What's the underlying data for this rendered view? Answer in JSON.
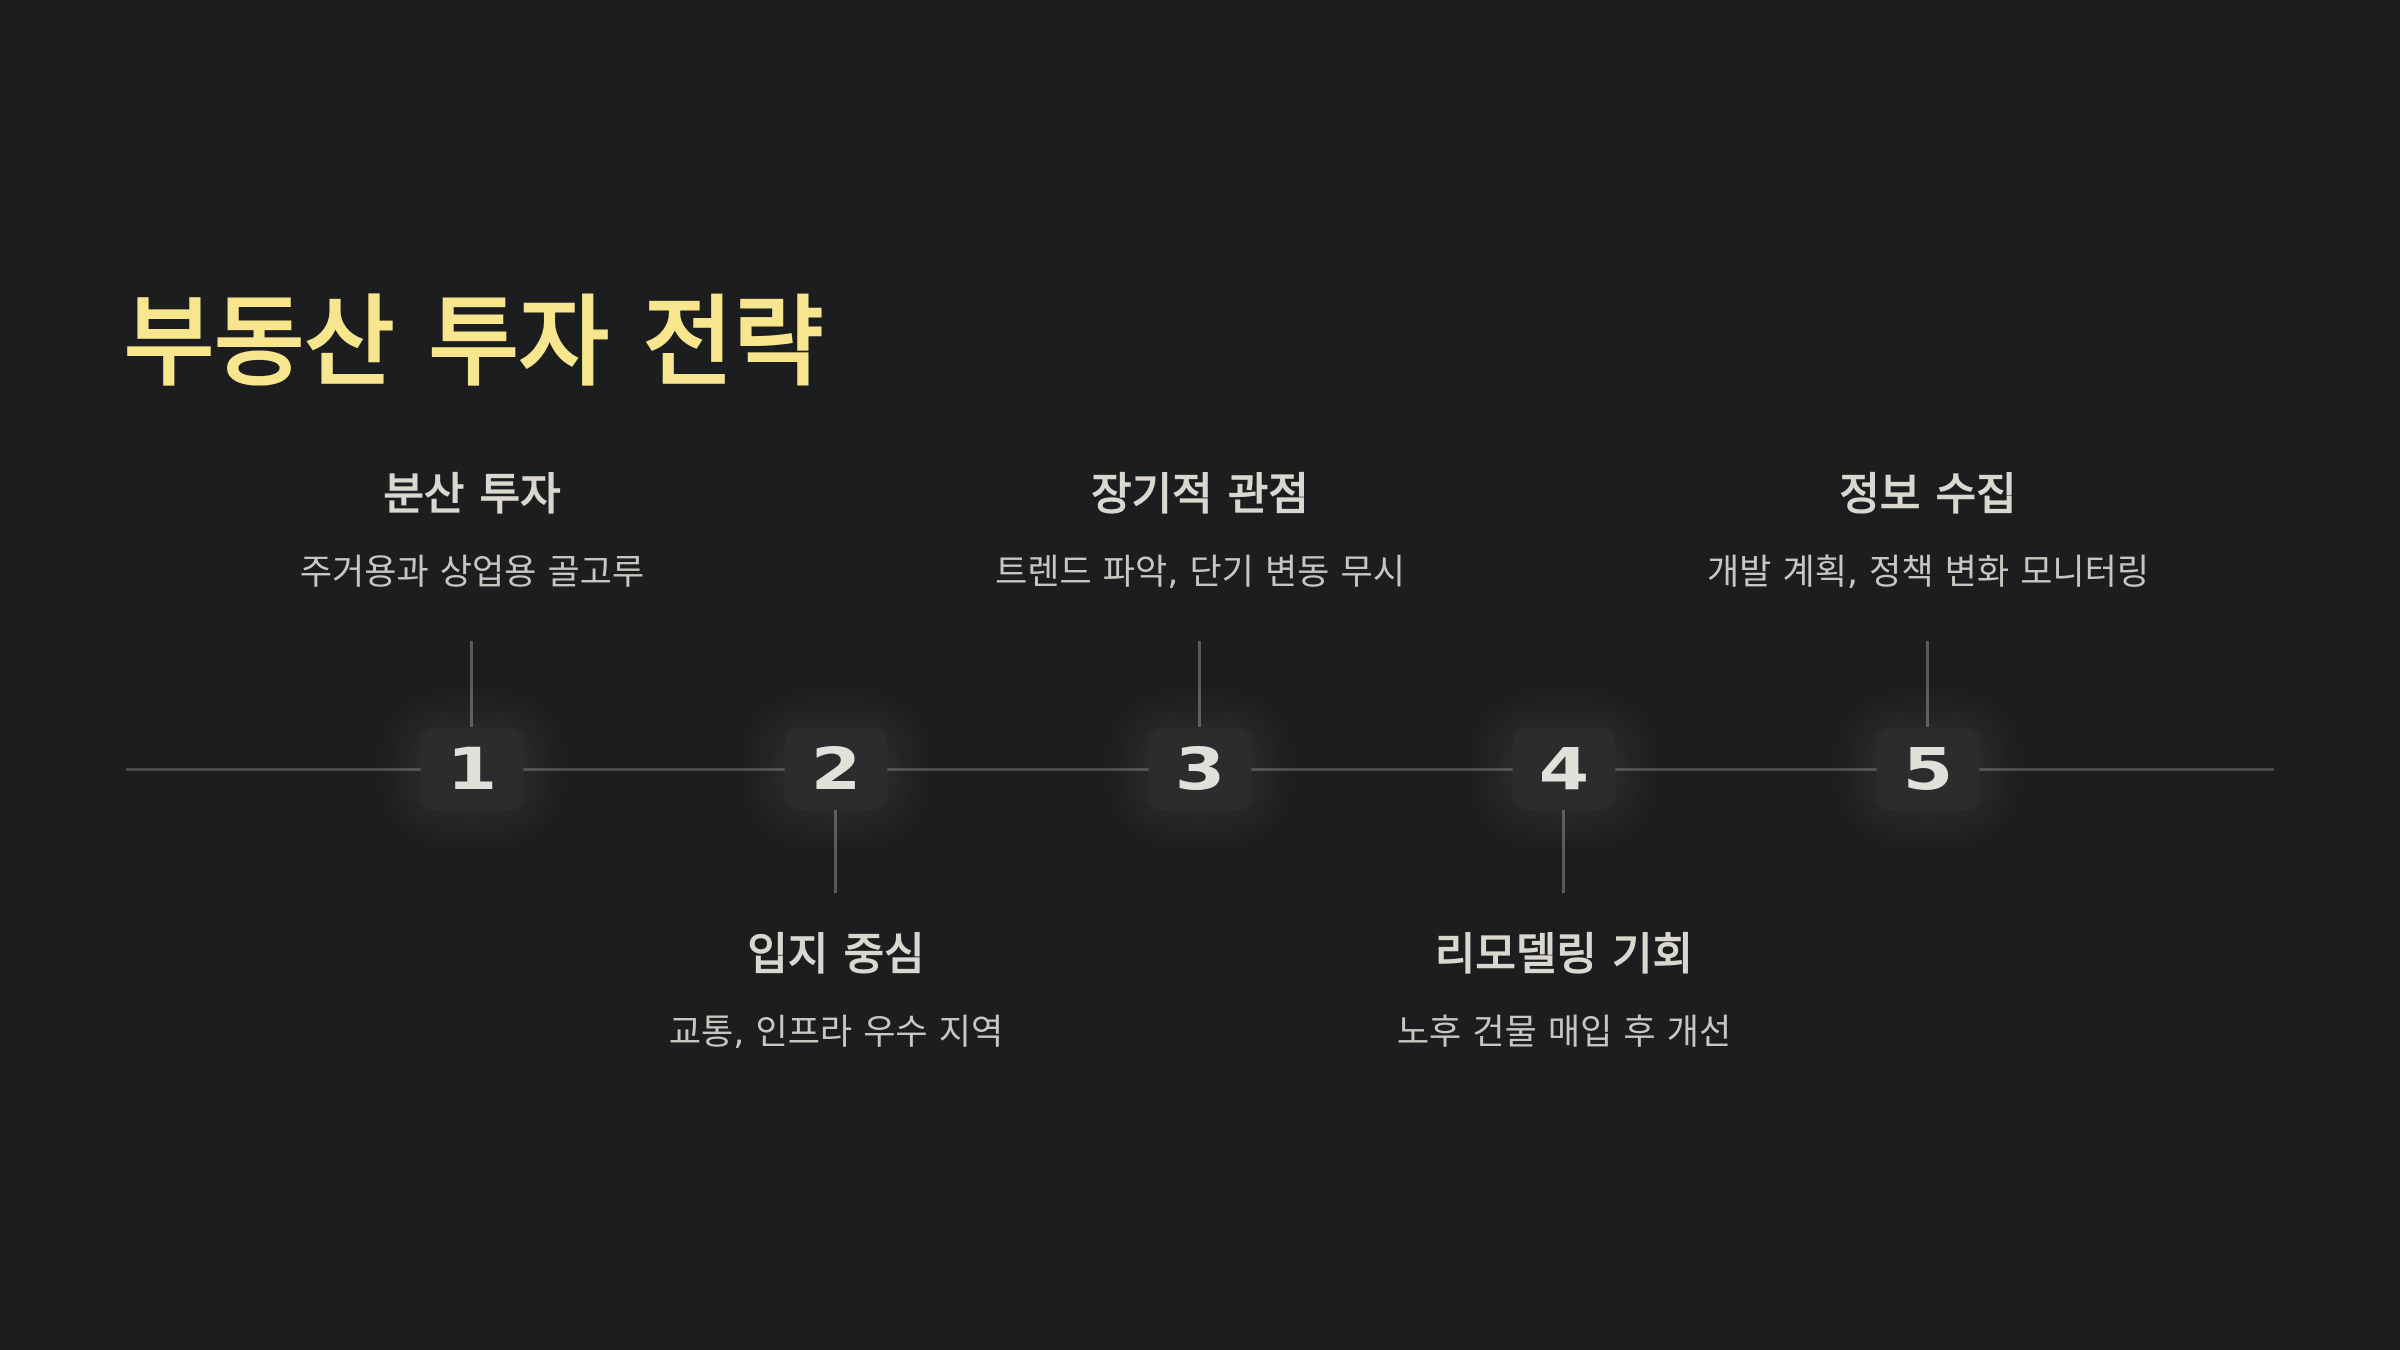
{
  "slide": {
    "title": "부동산 투자 전략"
  },
  "steps": [
    {
      "number": "1",
      "title": "분산 투자",
      "description": "주거용과 상업용 골고루",
      "position": "above"
    },
    {
      "number": "2",
      "title": "입지 중심",
      "description": "교통, 인프라 우수 지역",
      "position": "below"
    },
    {
      "number": "3",
      "title": "장기적 관점",
      "description": "트렌드 파악, 단기 변동 무시",
      "position": "above"
    },
    {
      "number": "4",
      "title": "리모델링 기회",
      "description": "노후 건물 매입 후 개선",
      "position": "below"
    },
    {
      "number": "5",
      "title": "정보 수집",
      "description": "개발 계획, 정책 변화 모니터링",
      "position": "above"
    }
  ],
  "colors": {
    "background": "#1c1d1f",
    "title": "#f7e68e",
    "text": "#d9d7d0",
    "line": "#4a4a4c"
  }
}
